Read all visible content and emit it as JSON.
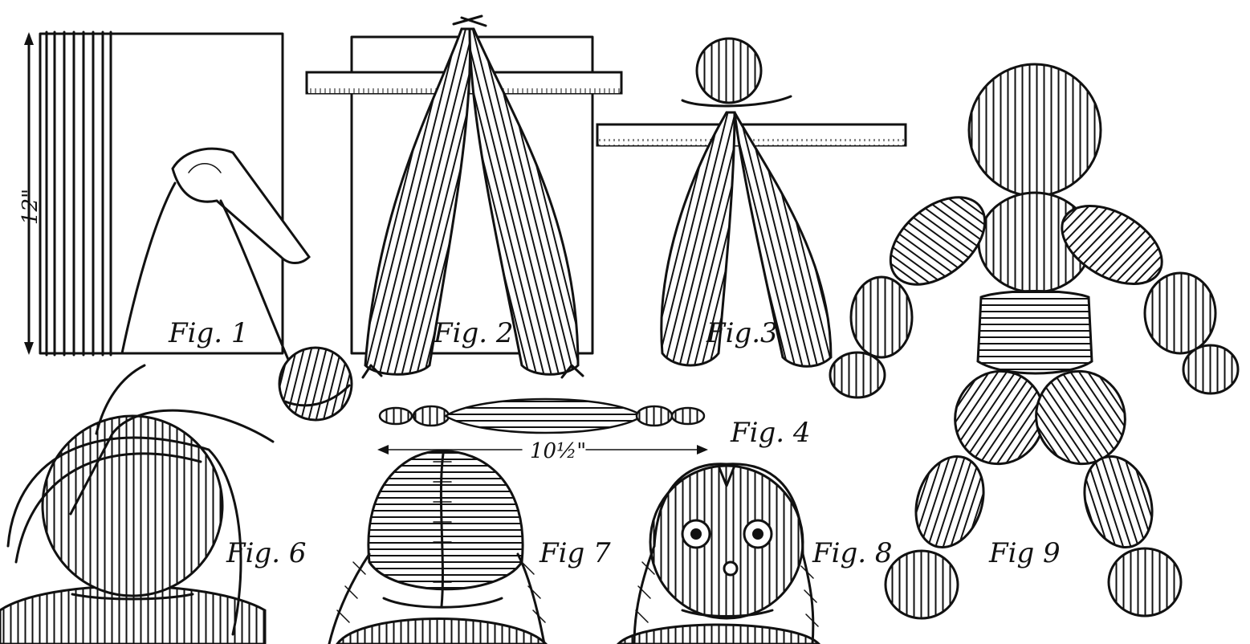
{
  "colors": {
    "ink": "#111111",
    "paper": "#ffffff"
  },
  "figures": {
    "fig1": {
      "caption": "Fig. 1",
      "dimension": "12\""
    },
    "fig2": {
      "caption": "Fig. 2"
    },
    "fig3": {
      "caption": "Fig.3"
    },
    "fig4": {
      "caption": "Fig. 4",
      "dimension": "10½\""
    },
    "fig6": {
      "caption": "Fig. 6"
    },
    "fig7": {
      "caption": "Fig 7"
    },
    "fig8": {
      "caption": "Fig. 8"
    },
    "fig9": {
      "caption": "Fig 9"
    }
  }
}
